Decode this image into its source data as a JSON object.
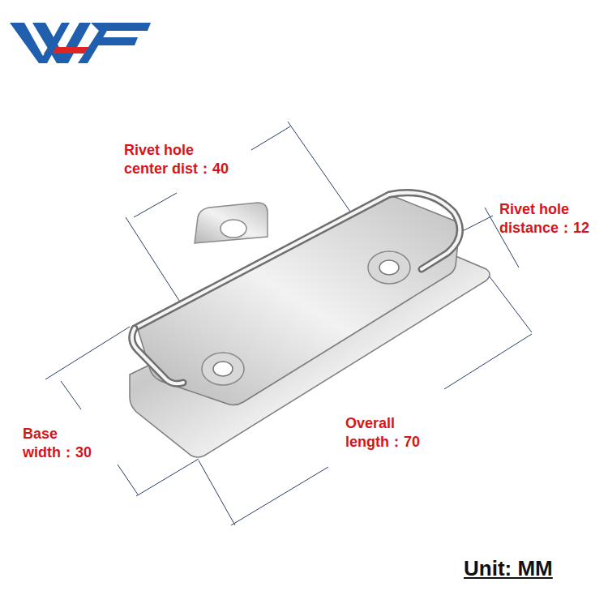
{
  "diagram": {
    "labels": [
      "Rivet hole center dist：40",
      "Rivet hole distance：12",
      "Overall length：70",
      "Base width：30",
      "Unit: MM"
    ]
  }
}
